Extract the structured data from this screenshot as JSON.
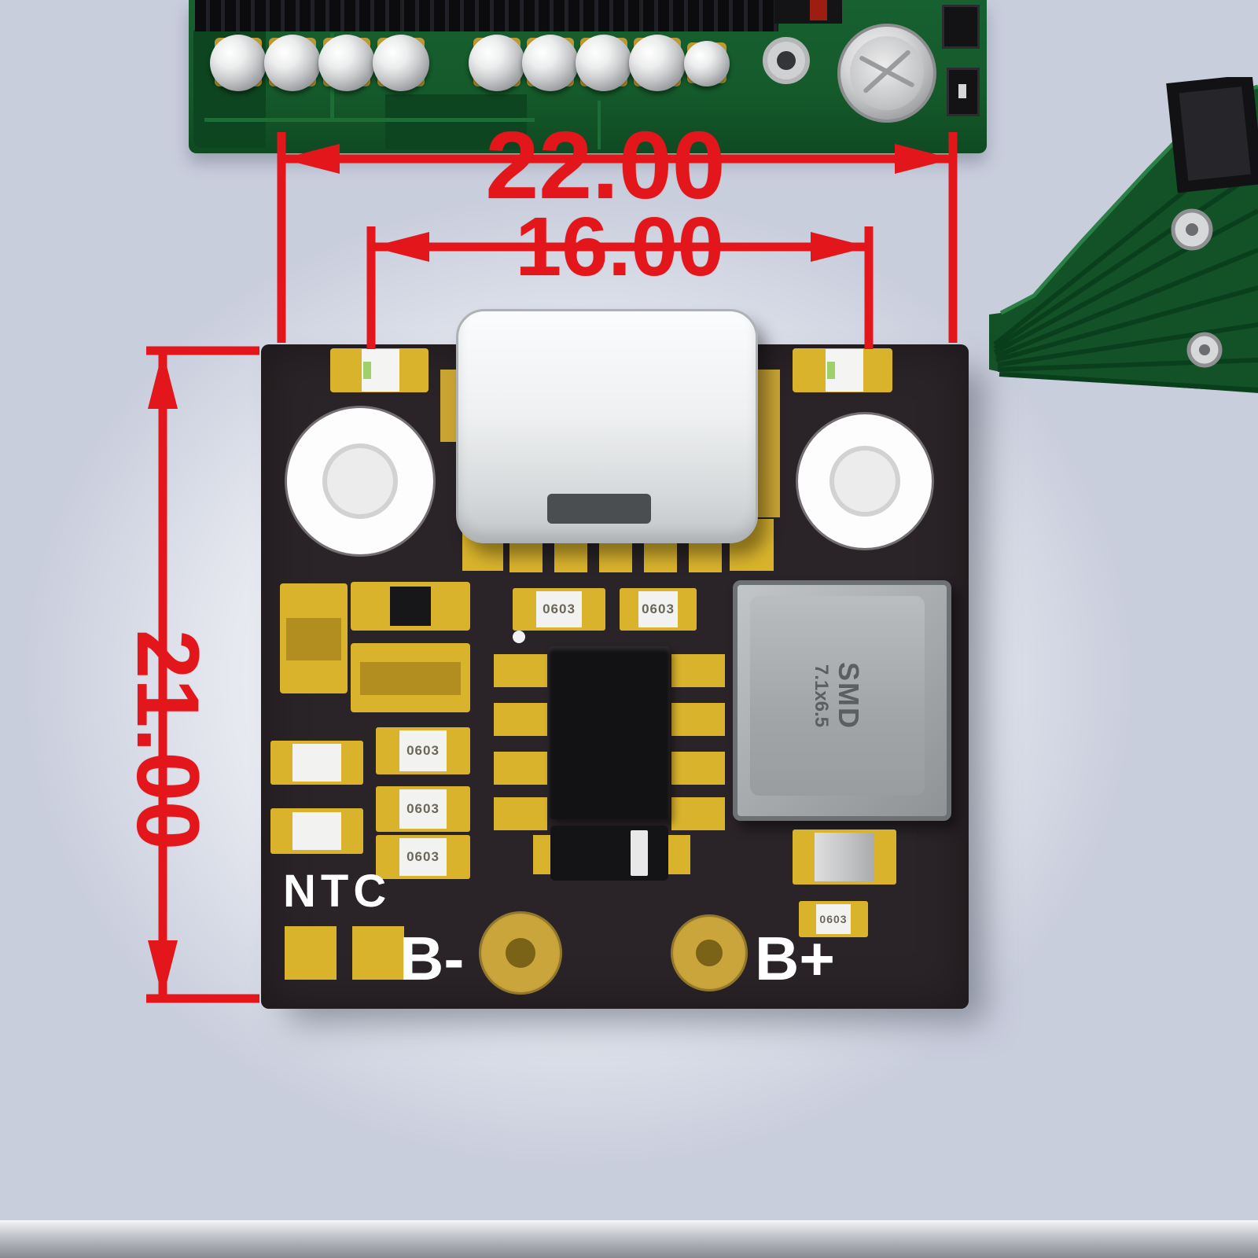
{
  "dimensions": {
    "outer_width_mm": "22.00",
    "inner_width_mm": "16.00",
    "height_mm": "21.00"
  },
  "module": {
    "ntc_label": "NTC",
    "battery_negative_label": "B-",
    "battery_positive_label": "B+",
    "inductor_marking_line1": "SMD",
    "inductor_marking_line2": "7.1x6.5",
    "smd_package_code": "0603"
  },
  "colors": {
    "dimension_red": "#e2161b",
    "module_board_black": "#2a2327",
    "pcb_green": "#155a2a",
    "pad_gold": "#d9b32c",
    "background": "#dde2ee"
  }
}
